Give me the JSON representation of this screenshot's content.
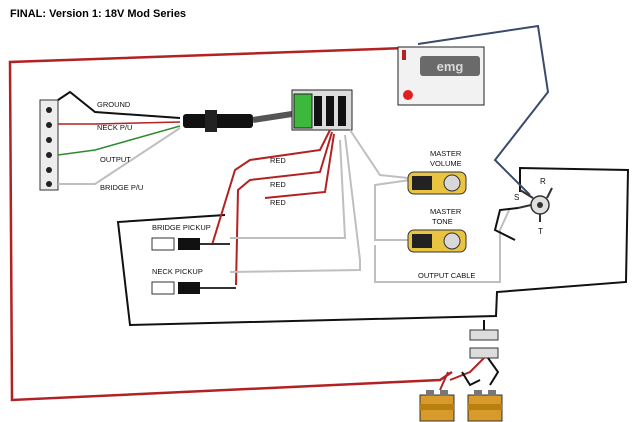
{
  "title": "FINAL: Version 1: 18V Mod Series",
  "logo_text": "emg",
  "labels": {
    "ground": "GROUND",
    "neck_pu": "NECK P/U",
    "output": "OUTPUT",
    "bridge_pu": "BRIDGE P/U",
    "red_1": "RED",
    "red_2": "RED",
    "red_3": "RED",
    "master_volume_1": "MASTER",
    "master_volume_2": "VOLUME",
    "master_tone_1": "MASTER",
    "master_tone_2": "TONE",
    "bridge_pickup": "BRIDGE PICKUP",
    "neck_pickup": "NECK PICKUP",
    "output_cable": "OUTPUT CABLE",
    "jack_r": "R",
    "jack_s": "S",
    "jack_t": "T"
  },
  "colors": {
    "wire_red": "#b22222",
    "wire_black": "#111111",
    "wire_blue": "#3a4a6b",
    "wire_gray": "#bfbfbf",
    "wire_green": "#2e8b2e",
    "battery_box": "#f2f2f2",
    "switch_green": "#3cb83c",
    "pot_yellow": "#e8c440"
  }
}
